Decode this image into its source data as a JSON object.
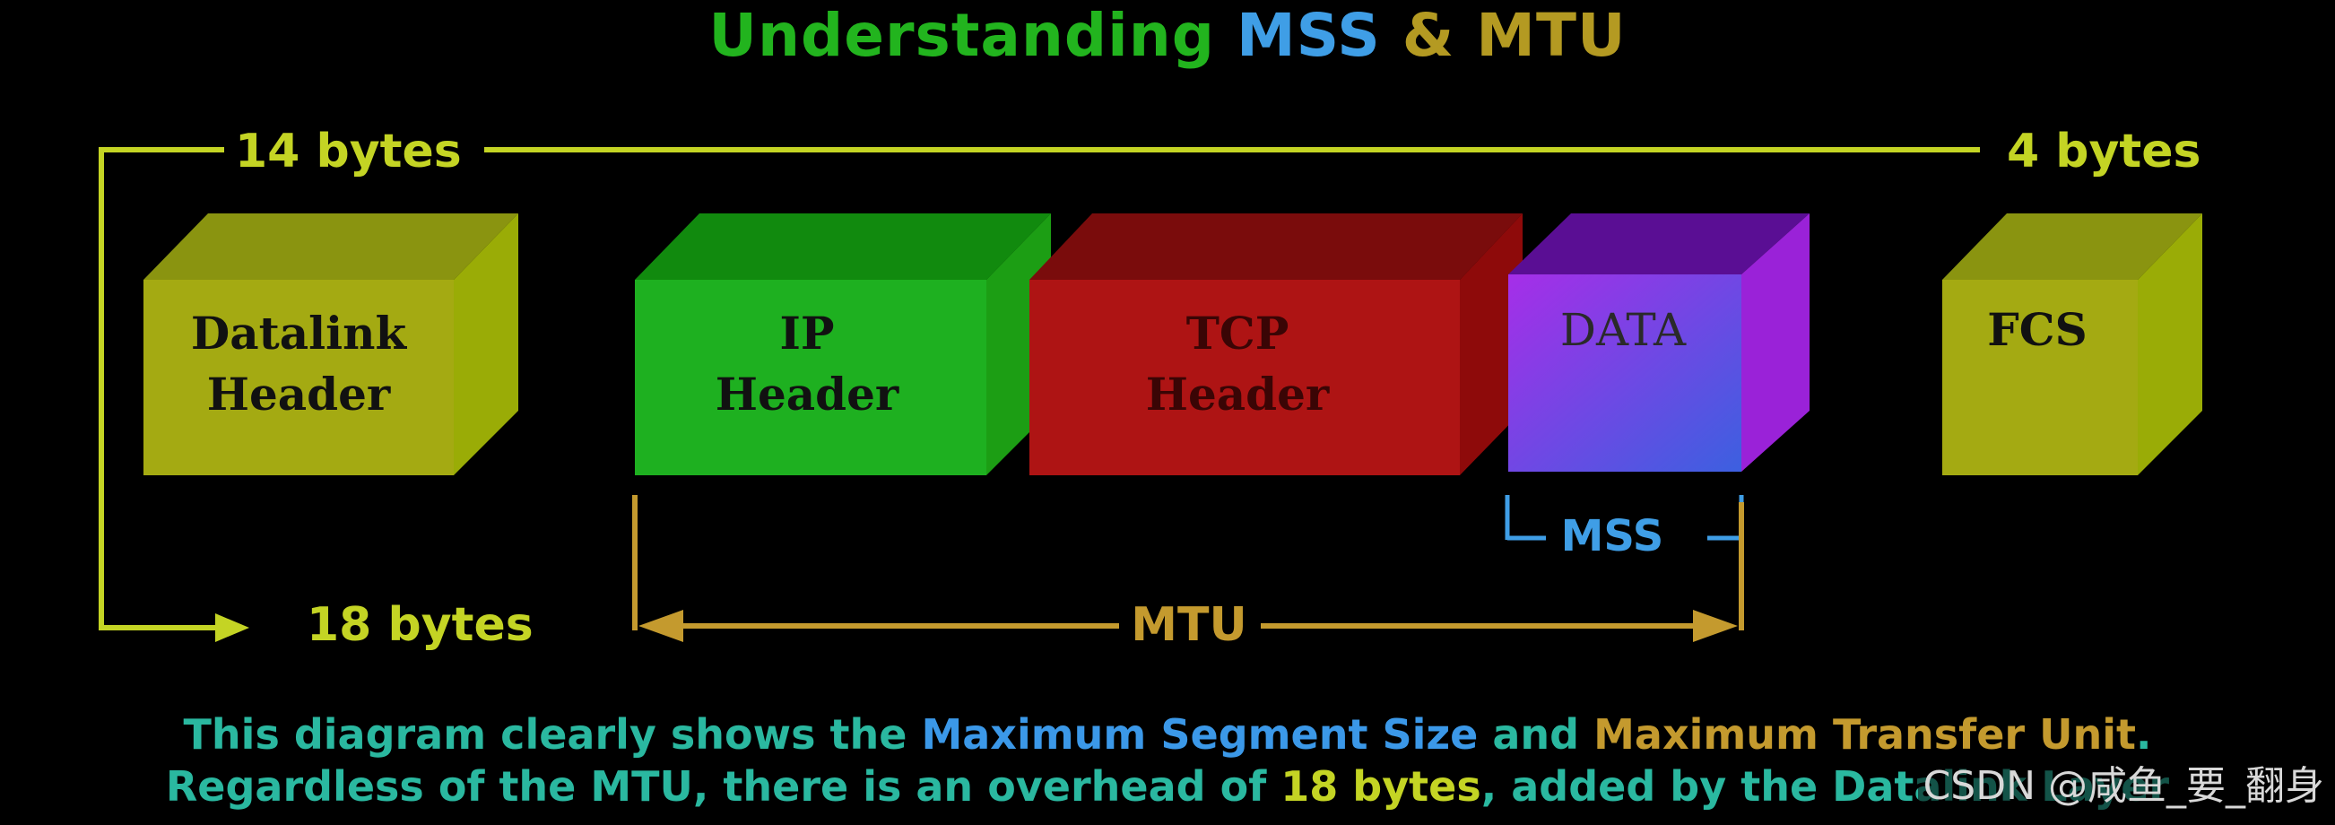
{
  "title": {
    "part1": "Understanding",
    "part2": "MSS",
    "part3": "&",
    "part4": "MTU"
  },
  "labels": {
    "bytes_14": "14 bytes",
    "bytes_4": "4 bytes",
    "bytes_18": "18 bytes",
    "mss": "MSS",
    "mtu": "MTU"
  },
  "boxes": [
    {
      "id": "datalink",
      "lines": [
        "Datalink",
        "Header"
      ]
    },
    {
      "id": "ip",
      "lines": [
        "IP",
        "Header"
      ]
    },
    {
      "id": "tcp",
      "lines": [
        "TCP",
        "Header"
      ]
    },
    {
      "id": "data",
      "lines": [
        "DATA"
      ]
    },
    {
      "id": "fcs",
      "lines": [
        "FCS"
      ]
    }
  ],
  "caption": {
    "line1": {
      "a": "This diagram clearly shows the",
      "b": "Maximum Segment Size",
      "c": "and",
      "d": "Maximum Transfer Unit",
      "e": "."
    },
    "line2": {
      "a": "Regardless of the MTU, there is an overhead of",
      "b": "18 bytes",
      "c": ", added by the Datalink Layer"
    }
  },
  "watermark": "CSDN @咸鱼_要_翻身",
  "colors": {
    "lime": "#c4d424",
    "gold": "#c49a2e",
    "blue": "#3f9ee6",
    "green": "#22b41e",
    "red": "#b01010",
    "purple": "#a028e0"
  }
}
